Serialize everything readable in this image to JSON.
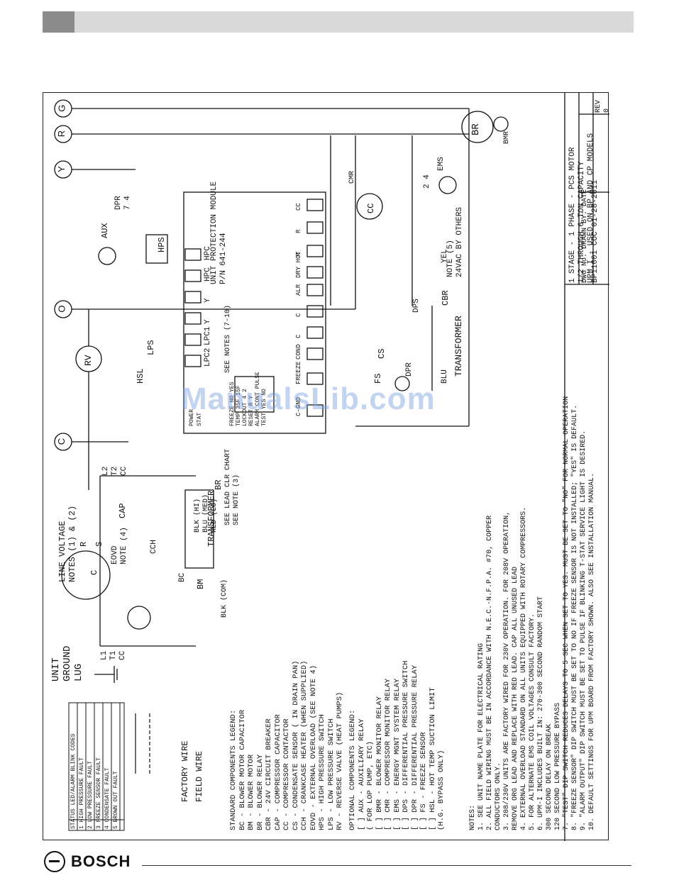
{
  "watermark": "ManualsLib.com",
  "brand": "BOSCH",
  "colors": {
    "header_bar": "#d9d9d9",
    "header_tab": "#8c8c8c",
    "ink": "#111111",
    "watermark": "#78a0dc"
  },
  "title_block": {
    "title_lines": [
      "1 STAGE - 1 PHASE - PCS MOTOR",
      "1/2 THROUGH 6 TON CAPACITY",
      "UPM I - USED ON BP AND CP MODELS"
    ],
    "dwg_no_label": "DWG No.",
    "dwg_no": "BP11001",
    "drawn_by_label": "DRAWN BY:",
    "drawn_by": "COC",
    "date_label": "DATE",
    "date": "01-28-2011",
    "rev_label": "REV",
    "rev": "0"
  },
  "status_table": {
    "header": "STATUS LED/ALARM BLINK CODES",
    "rows": [
      {
        "n": "1",
        "text": "HIGH PRESSURE FAULT"
      },
      {
        "n": "2",
        "text": "LOW PRESSURE FAULT"
      },
      {
        "n": "3",
        "text": "FREEZE SENSOR FAULT"
      },
      {
        "n": "4",
        "text": "CONDENSATE FAULT"
      },
      {
        "n": "5",
        "text": "BROWN OUT FAULT"
      }
    ]
  },
  "wire_legend": {
    "factory": "FACTORY WIRE",
    "field": "FIELD WIRE"
  },
  "ground_label": [
    "UNIT",
    "GROUND",
    "LUG"
  ],
  "standard_legend": {
    "title": "STANDARD COMPONENTS LEGEND:",
    "items": [
      "BC  - BLOWER MOTOR CAPACITOR",
      "BM  - BLOWER MOTOR",
      "BR  - BLOWER RELAY",
      "CBR - 24V CIRCUIT BREAKER",
      "CAP - COMPRESSOR CAPACITOR",
      "CC  - COMPRESSOR CONTACTOR",
      "CS  - CONDENSATE SENSOR ( IN DRAIN PAN)",
      "CCH - CRANKCASE HEATER (WHEN SUPPLIED)",
      "EOVD - EXTERNAL OVERLOAD (SEE NOTE 4)",
      "HPS - HIGH PRESSURE SWITCH",
      "LPS - LOW PRESSURE SWITCH",
      "RV  - REVERSE VALVE (HEAT PUMPS)"
    ]
  },
  "optional_legend": {
    "title": "OPTIONAL COMPONENTS LEGEND:",
    "items": [
      "[  ] AUX - AUXILIARY RELAY",
      "       ( FOR LOP PUMP, ETC)",
      "[  ] BMR - BLOWER MONITOR RELAY",
      "[  ] CMR - COMPRESSOR MONITOR RELAY",
      "[  ] EMS - ENERGY MGNT SYSTEM RELAY",
      "[  ] DPS - DIFFERENTIAL PRESSURE SWITCH",
      "[  ] DPR - DIFFERENTIAL PRESSURE RELAY",
      "[  ] FS  - FREEZE SENSOR",
      "[  ] HSL - HOT TEMP SUCTION LIMIT",
      "       (H.G. BYPASS ONLY)"
    ]
  },
  "notes": {
    "title": "NOTES:",
    "items": [
      "1.  SEE UNIT NAME PLATE FOR ELECTRICAL RATING",
      "2.  ALL FIELD WIRING MUST BE IN ACCORDANCE WITH N.E.C.-N.F.P.A. #70, COPPER",
      "    CONDUCTORS ONLY.",
      "3.  208/230V UNITS ARE FACTORY WIRED FOR 230V OPERATION.  FOR 208V OPERATION,",
      "    REMOVE ORG LEAD AND REPLACE WITH RED LEAD.  CAP ALL UNUSED LEAD",
      "4.  EXTERNAL OVERLOAD STANDARD ON ALL UNITS EQUIPPED WITH ROTARY COMPRESSORS.",
      "5.  FOR ALTERNATE EMS COIL VOLTAGES CONSULT FACTORY.",
      "6.  UPM-I INCLUDES BUILT IN: 270-300 SECOND RANDOM START",
      "                              300 SECOND DELAY ON BREAK",
      "                              120 SECOND LOW PRESSURE BYPASS",
      "7.  \"TEST\" DIP SWITCH REDUCES DELAYS TO 5 SEC WHEN SET TO YES. MUST BE SET TO \"NO\" FOR NORMAL OPERATION",
      "8.  \"FREEZE SENSOR\" DIP SWITCH MUST BE SET TO NO IF FREEZE SENSOR IS NOT INSTALLED; \"YES\" IS DEFAULT.",
      "9.  \"ALARM OUTPUT\" DIP SWITCH MUST BE SET TO PULSE IF BLINKING T-STAT SERVICE LIGHT IS DESIRED.",
      "10. DEFAULT SETTINGS FOR UPM BOARD FROM FACTORY SHOWN. ALSO SEE INSTALLATION MANUAL."
    ]
  },
  "line_voltage": {
    "title": "LINE VOLTAGE",
    "notes": "NOTES (1) & (2)",
    "l1": "L1",
    "l2": "L2",
    "t1": "T1",
    "t2": "T2",
    "cc": "CC",
    "eovd": "EOVD",
    "note4": "NOTE (4)",
    "cap": "CAP",
    "cch": "CCH",
    "bc": "BC",
    "bm": "BM",
    "br": "BR",
    "c": "C",
    "r": "R",
    "s": "S",
    "transformer": "TRANSFORMER",
    "blk_com": "BLK (COM)",
    "taps": [
      "BLK (HI)",
      "BLU (MED)",
      "RED (LO)"
    ],
    "lead_clr": "SEE LEAD CLR CHART",
    "note3": "SEE NOTE (3)"
  },
  "terminals": [
    "G",
    "R",
    "Y",
    "O",
    "C"
  ],
  "upm": {
    "title": "UNIT PROTECTION MODULE",
    "part": "P/N 641-244",
    "see_notes": "SEE NOTES (7-10)",
    "dip_labels": [
      "FREEZE",
      "TEMP",
      "LOCKOUT",
      "RESET",
      "ALARM",
      "TEST"
    ],
    "dip_col1": [
      "NO",
      "35F",
      "4",
      "R",
      "CONT",
      "YES"
    ],
    "dip_col2": [
      "YES",
      "15F",
      "2",
      "Y",
      "PULSE",
      "NO"
    ],
    "power": "POWER",
    "status": "STAT",
    "terminals_top": [
      "HPC",
      "HPC",
      "Y",
      "Y",
      "LPC1",
      "LPC2"
    ],
    "terminals_bot": [
      "CC",
      "R",
      "R",
      "DRY HOT",
      "ALR",
      "C",
      "C",
      "COND",
      "FREEZE",
      "C-GND"
    ],
    "dry_hot_alr": "DRY HOT ALR"
  },
  "components": {
    "rv": "RV",
    "hsl": "HSL",
    "lps": "LPS",
    "hps": "HPS",
    "aux": "AUX",
    "dpr": "DPR",
    "dpr_pins": "7   4",
    "cmr": "CMR",
    "cc": "CC",
    "cs": "CS",
    "fs": "FS",
    "dps": "DPS",
    "cbr": "CBR",
    "transformer": "TRANSFORMER",
    "blu": "BLU",
    "yel": "YEL",
    "vac": "24VAC BY OTHERS",
    "note5": "NOTE (5)",
    "ems": "EMS",
    "ems_pins": "2   4",
    "br": "BR",
    "bmr": "BMR"
  }
}
